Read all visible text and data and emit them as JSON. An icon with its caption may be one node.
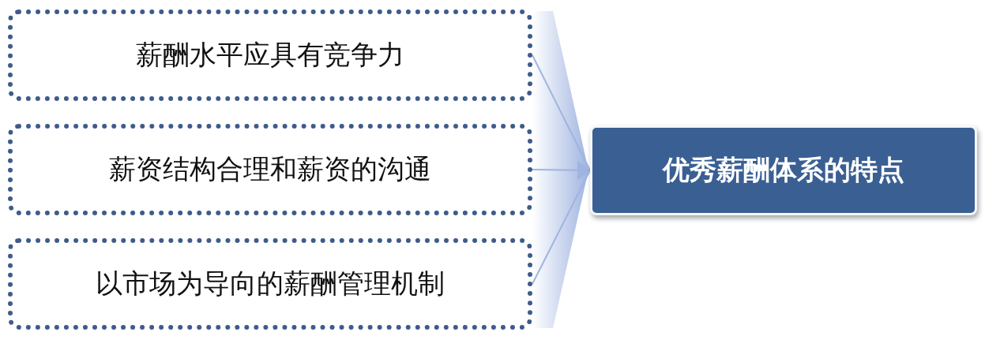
{
  "diagram": {
    "nodes": [
      {
        "text": [
          "薪酬水平应具有竞争力"
        ]
      },
      {
        "text": [
          "薪资结构合理和薪资的沟通"
        ]
      },
      {
        "text": [
          "以市场为导向的薪酬管理机制"
        ]
      },
      {
        "text": [
          "优秀薪酬体系的特点"
        ]
      }
    ],
    "edges": [
      {
        "from": 0,
        "to": 3,
        "arrow": "to"
      },
      {
        "from": 1,
        "to": 3,
        "arrow": "to"
      },
      {
        "from": 2,
        "to": 3,
        "arrow": "to"
      }
    ]
  }
}
